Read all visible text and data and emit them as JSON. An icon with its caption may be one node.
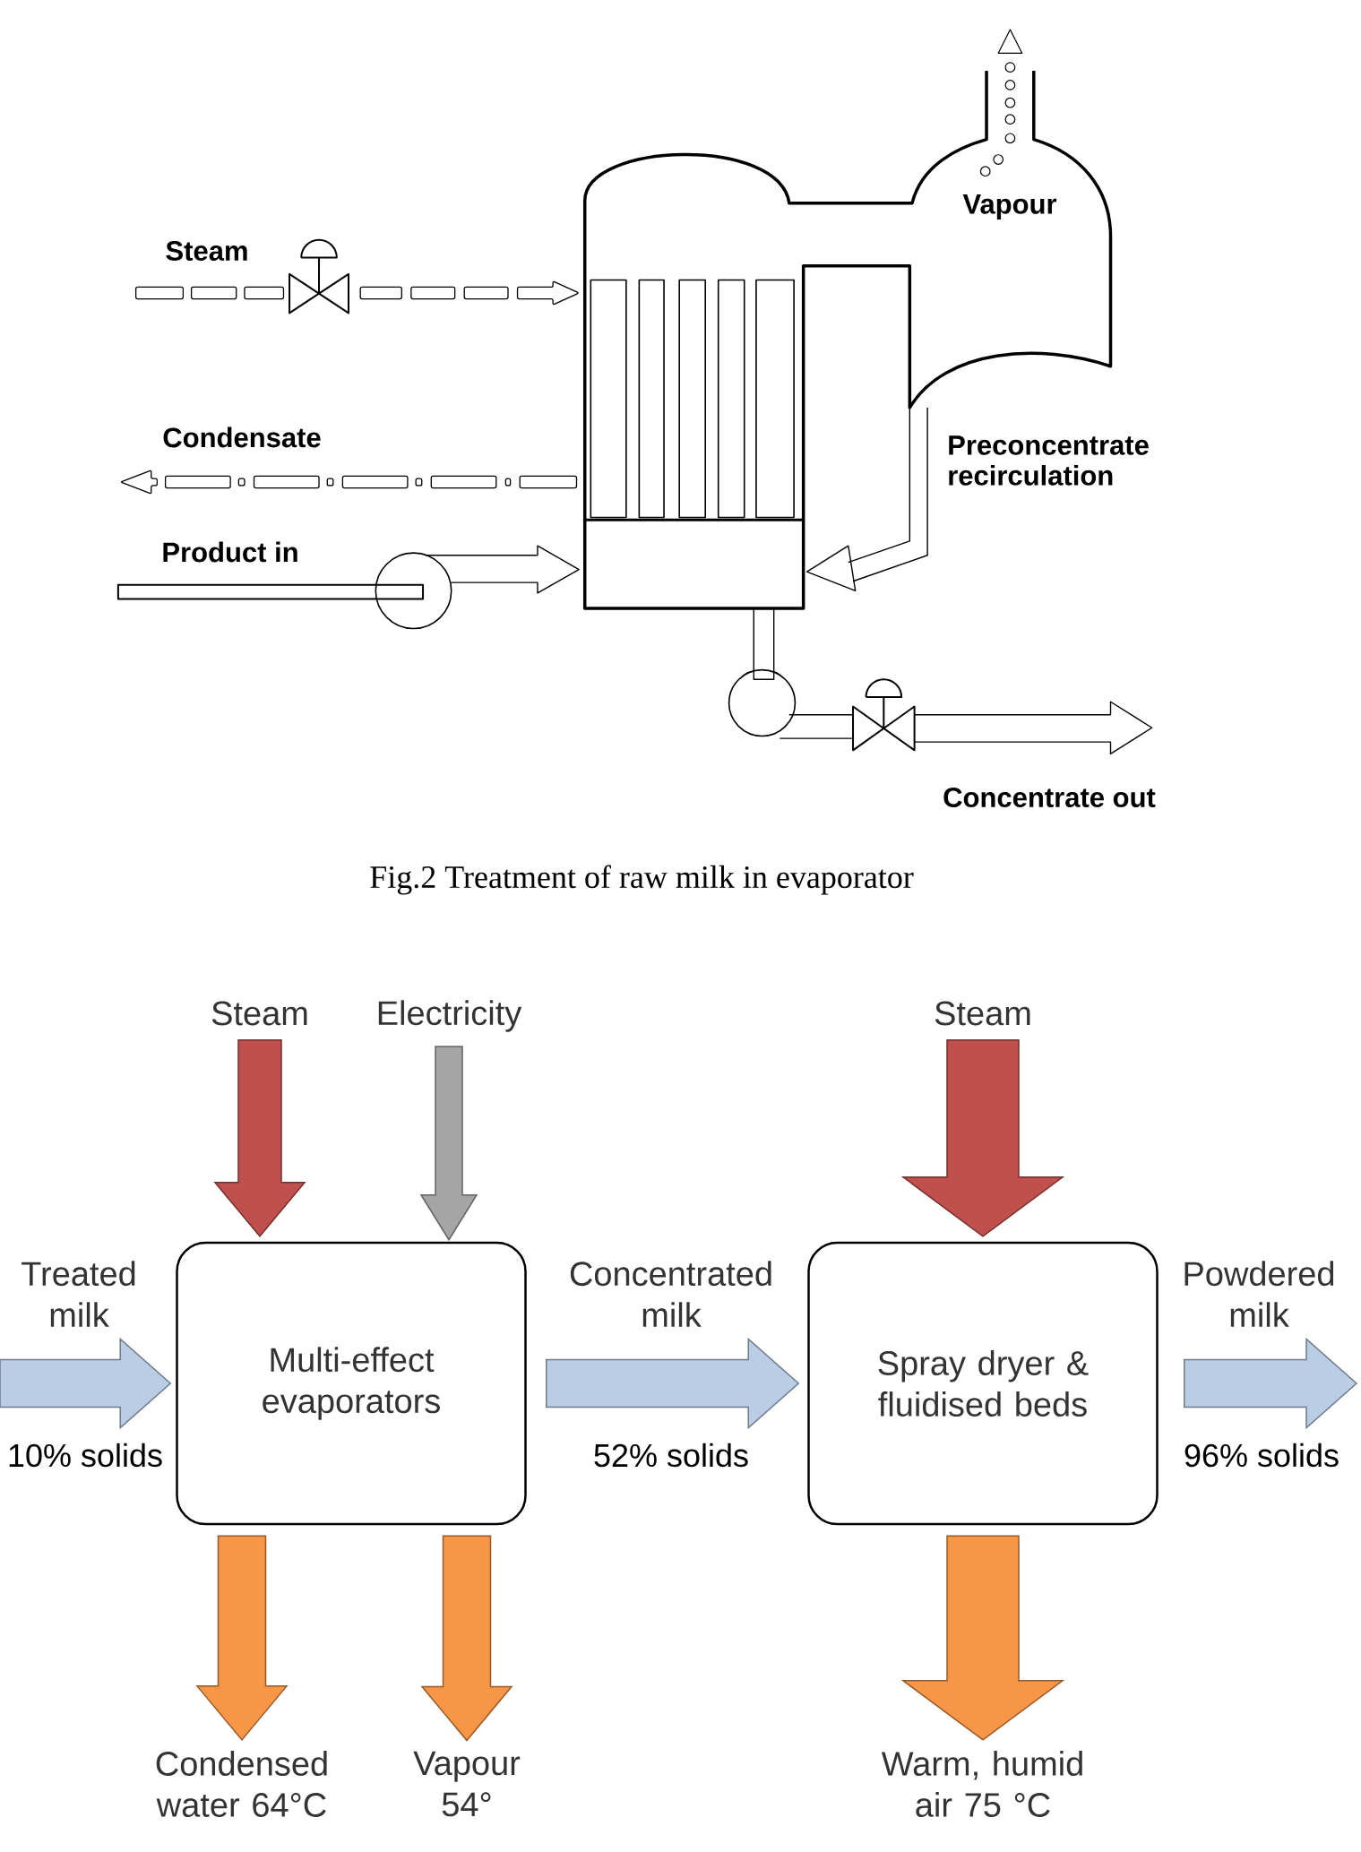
{
  "diagram": {
    "caption": "Fig.2 Treatment of raw milk in evaporator",
    "nodes": [
      {
        "text": [
          "Steam"
        ]
      },
      {
        "text": [
          "Electricity"
        ]
      },
      {
        "text": [
          "Steam"
        ]
      },
      {
        "text": [
          "Multi-effect evaporators"
        ]
      },
      {
        "text": [
          "Spray dryer & fluidised beds"
        ]
      },
      {
        "text": [
          "Condensed water 64°C"
        ]
      },
      {
        "text": [
          "Vapour 54°"
        ]
      },
      {
        "text": [
          "Warm, humid air 75 °C"
        ]
      }
    ],
    "edges": [
      {
        "from": null,
        "to": 3,
        "arrow": "to",
        "label": "Treated milk",
        "color": "#b9cde5"
      },
      {
        "from": 0,
        "to": 3,
        "arrow": "to",
        "color": "#c0504d"
      },
      {
        "from": 1,
        "to": 3,
        "arrow": "to",
        "color": "#a5a5a5"
      },
      {
        "from": 3,
        "to": 4,
        "arrow": "to",
        "label": "Concentrated milk",
        "color": "#b9cde5"
      },
      {
        "from": 2,
        "to": 4,
        "arrow": "to",
        "color": "#c0504d"
      },
      {
        "from": 4,
        "to": null,
        "arrow": "to",
        "label": "Powdered milk",
        "color": "#b9cde5"
      },
      {
        "from": 3,
        "to": 5,
        "arrow": "to",
        "color": "#f79646"
      },
      {
        "from": 3,
        "to": 6,
        "arrow": "to",
        "color": "#f79646"
      },
      {
        "from": 4,
        "to": 7,
        "arrow": "to",
        "color": "#f79646"
      }
    ],
    "labels": [
      "Vapour",
      "Steam",
      "Condensate",
      "Preconcentrate recirculation",
      "Product in",
      "Concentrate out",
      "10% solids",
      "52% solids",
      "96% solids"
    ]
  }
}
